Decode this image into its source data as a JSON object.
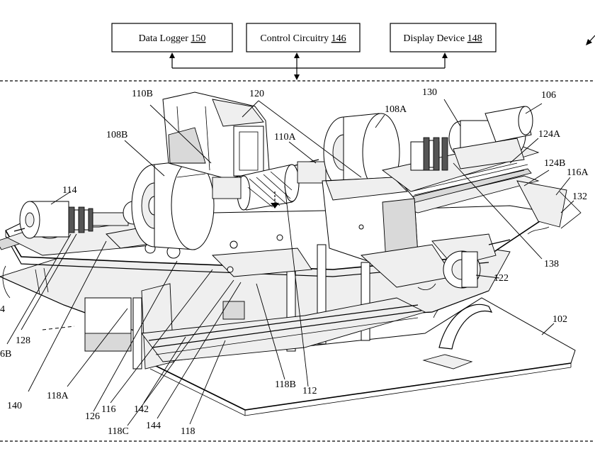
{
  "boxes": {
    "data_logger": {
      "name": "Data Logger",
      "ref": "150"
    },
    "control_circuitry": {
      "name": "Control Circuitry",
      "ref": "146"
    },
    "display_device": {
      "name": "Display Device",
      "ref": "148"
    }
  },
  "labels": {
    "l106": "106",
    "l108A": "108A",
    "l108B": "108B",
    "l110A": "110A",
    "l110B": "110B",
    "l112": "112",
    "l114": "114",
    "l116": "116",
    "l116A": "116A",
    "l118": "118",
    "l118A": "118A",
    "l118B": "118B",
    "l118C": "118C",
    "l120": "120",
    "l122": "122",
    "l124A": "124A",
    "l124B": "124B",
    "l126": "126",
    "l128": "128",
    "l130": "130",
    "l132": "132",
    "l138": "138",
    "l140": "140",
    "l142": "142",
    "l144": "144",
    "l102": "102",
    "l4": "4",
    "l6B": "6B"
  }
}
